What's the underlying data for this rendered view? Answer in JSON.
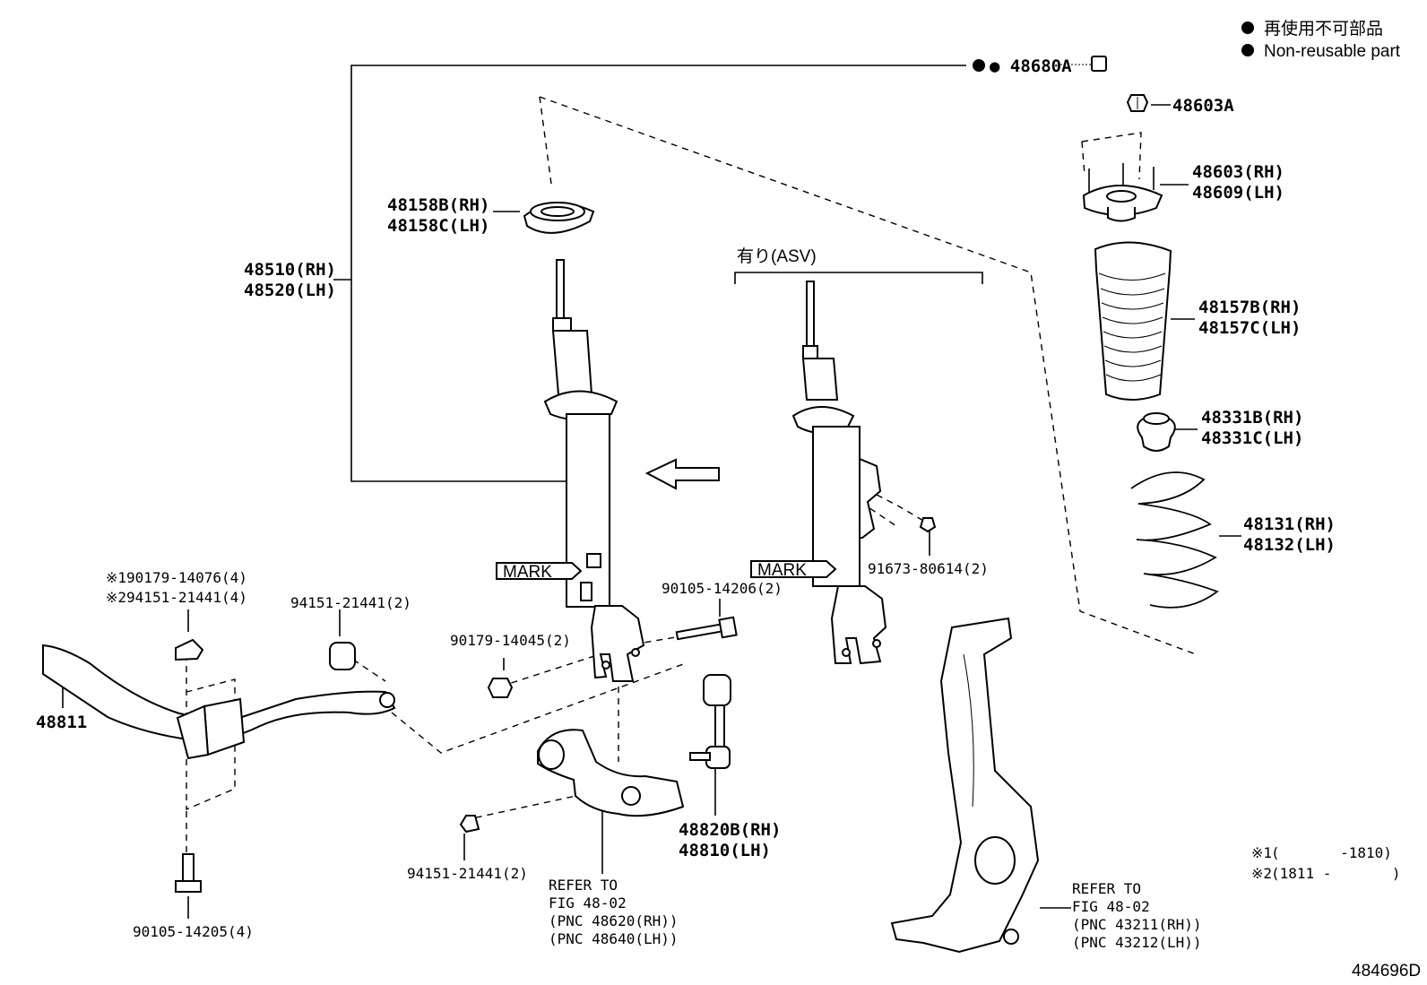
{
  "legend": {
    "items": [
      {
        "symbol": "●",
        "text": "再使用不可部品"
      },
      {
        "symbol": "●",
        "text": "Non-reusable part"
      }
    ]
  },
  "figure_id": "484696D",
  "variant_note": "有り(ASV)",
  "mark_label": "MARK",
  "notes": [
    {
      "ref": "※1",
      "text": "(       -1810)"
    },
    {
      "ref": "※2",
      "text": "(1811 -       )"
    }
  ],
  "callouts": [
    {
      "id": "48680A",
      "lines": [
        "● 48680A"
      ]
    },
    {
      "id": "48603A",
      "lines": [
        "48603A"
      ]
    },
    {
      "id": "48603",
      "lines": [
        "48603(RH)",
        "48609(LH)"
      ]
    },
    {
      "id": "48158",
      "lines": [
        "48158B(RH)",
        "48158C(LH)"
      ]
    },
    {
      "id": "48510",
      "lines": [
        "48510(RH)",
        "48520(LH)"
      ]
    },
    {
      "id": "48157",
      "lines": [
        "48157B(RH)",
        "48157C(LH)"
      ]
    },
    {
      "id": "48331",
      "lines": [
        "48331B(RH)",
        "48331C(LH)"
      ]
    },
    {
      "id": "48131",
      "lines": [
        "48131(RH)",
        "48132(LH)"
      ]
    },
    {
      "id": "91673",
      "lines": [
        "91673-80614(2)"
      ]
    },
    {
      "id": "90105a",
      "lines": [
        "90105-14206(2)"
      ]
    },
    {
      "id": "90179b",
      "lines": [
        "90179-14045(2)"
      ]
    },
    {
      "id": "90179a",
      "lines": [
        "※190179-14076(4)",
        "※294151-21441(4)"
      ]
    },
    {
      "id": "94151a",
      "lines": [
        "94151-21441(2)"
      ]
    },
    {
      "id": "48811",
      "lines": [
        "48811"
      ]
    },
    {
      "id": "48820",
      "lines": [
        "48820B(RH)",
        "48810(LH)"
      ]
    },
    {
      "id": "94151b",
      "lines": [
        "94151-21441(2)"
      ]
    },
    {
      "id": "90105b",
      "lines": [
        "90105-14205(4)"
      ]
    },
    {
      "id": "ref4802a",
      "lines": [
        "REFER TO",
        "FIG 48-02",
        "(PNC 48620(RH))",
        "(PNC 48640(LH))"
      ]
    },
    {
      "id": "ref4802b",
      "lines": [
        "REFER TO",
        "FIG 48-02",
        "(PNC 43211(RH))",
        "(PNC 43212(LH))"
      ]
    }
  ]
}
